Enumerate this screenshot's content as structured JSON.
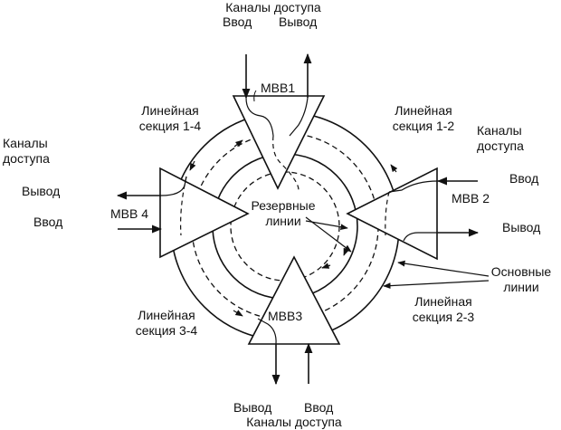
{
  "labels": {
    "top_channels": "Каналы доступа",
    "top_in": "Ввод",
    "top_out": "Вывод",
    "mvb1": "МВВ1",
    "mvb2": "МВВ 2",
    "mvb3": "МВВ3",
    "mvb4": "МВВ 4",
    "sec14_line1": "Линейная",
    "sec14_line2": "секция 1-4",
    "sec12_line1": "Линейная",
    "sec12_line2": "секция 1-2",
    "sec23_line1": "Линейная",
    "sec23_line2": "секция 2-3",
    "sec34_line1": "Линейная",
    "sec34_line2": "секция 3-4",
    "right_channels_line1": "Каналы",
    "right_channels_line2": "доступа",
    "right_in": "Ввод",
    "right_out": "Вывод",
    "left_channels_line1": "Каналы",
    "left_channels_line2": "доступа",
    "left_out": "Вывод",
    "left_in": "Ввод",
    "reserve_line1": "Резервные",
    "reserve_line2": "линии",
    "main_line1": "Основные",
    "main_line2": "линии",
    "bottom_out": "Вывод",
    "bottom_in": "Ввод",
    "bottom_channels": "Каналы доступа"
  }
}
